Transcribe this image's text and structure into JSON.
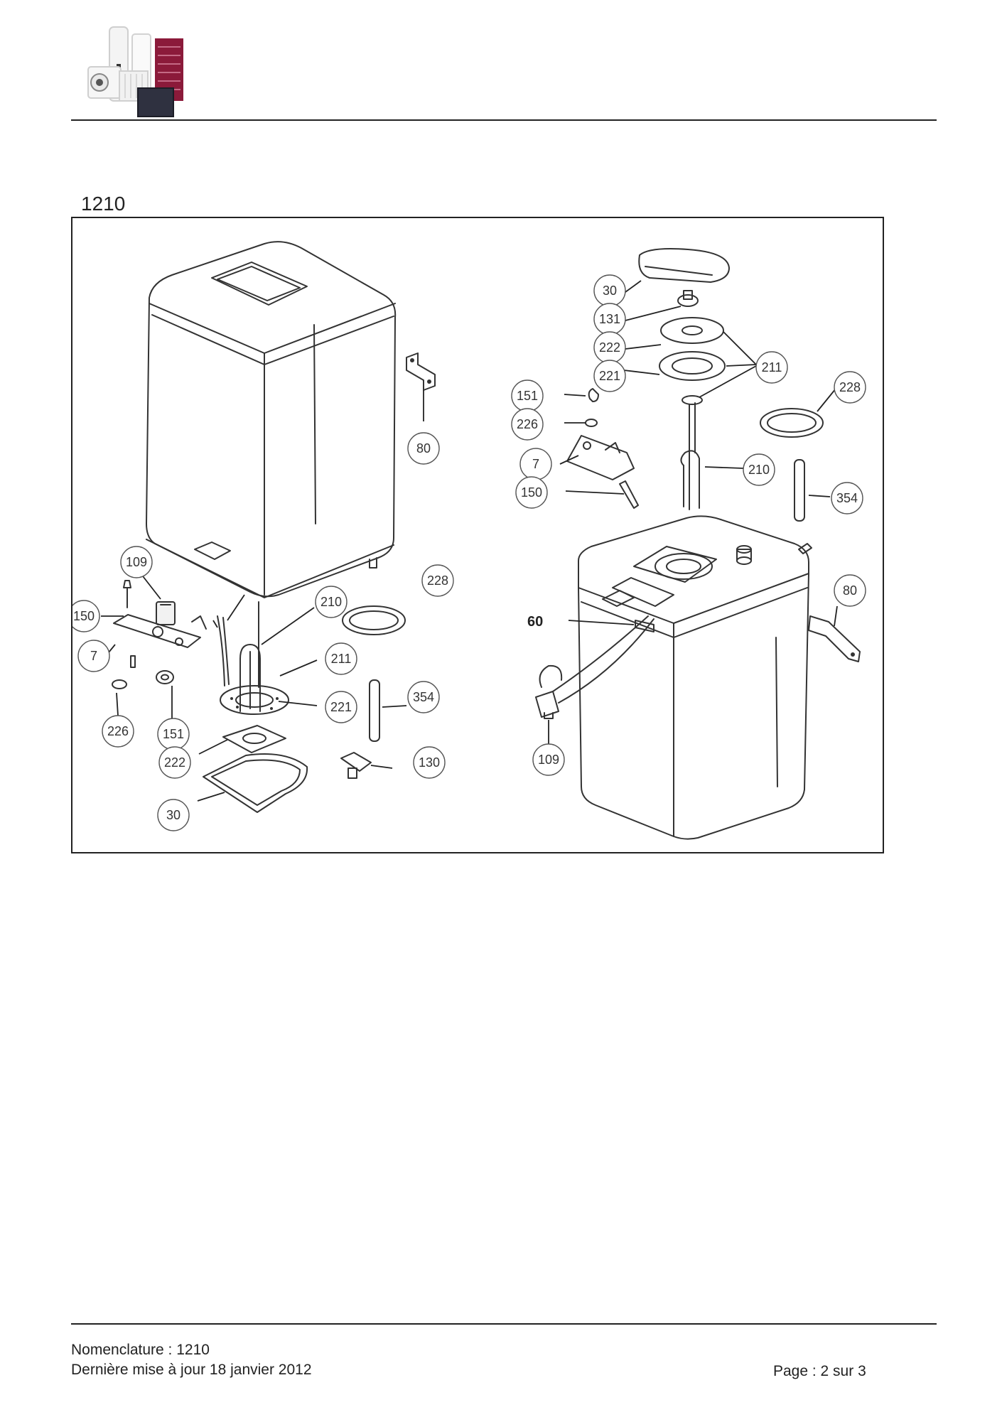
{
  "header": {
    "logo_icon": "product-range-logo"
  },
  "document": {
    "reference_title": "1210"
  },
  "drawing": {
    "left_callouts": [
      {
        "label": "80"
      },
      {
        "label": "109"
      },
      {
        "label": "150"
      },
      {
        "label": "7"
      },
      {
        "label": "226"
      },
      {
        "label": "151"
      },
      {
        "label": "222"
      },
      {
        "label": "30"
      },
      {
        "label": "210"
      },
      {
        "label": "211"
      },
      {
        "label": "221"
      },
      {
        "label": "228"
      },
      {
        "label": "354"
      },
      {
        "label": "130"
      }
    ],
    "right_callouts": [
      {
        "label": "30"
      },
      {
        "label": "131"
      },
      {
        "label": "222"
      },
      {
        "label": "221"
      },
      {
        "label": "211"
      },
      {
        "label": "228"
      },
      {
        "label": "151"
      },
      {
        "label": "226"
      },
      {
        "label": "7"
      },
      {
        "label": "150"
      },
      {
        "label": "210"
      },
      {
        "label": "354"
      },
      {
        "label": "80"
      },
      {
        "label": "109"
      }
    ],
    "plain_labels": [
      {
        "label": "60"
      }
    ]
  },
  "footer": {
    "nomenclature": "Nomenclature : 1210",
    "last_update": "Dernière mise à jour 18 janvier 2012",
    "page": "Page : 2 sur 3"
  },
  "colors": {
    "logo_red": "#8b1a3a",
    "logo_dark": "#2f3140",
    "rule": "#222222"
  }
}
